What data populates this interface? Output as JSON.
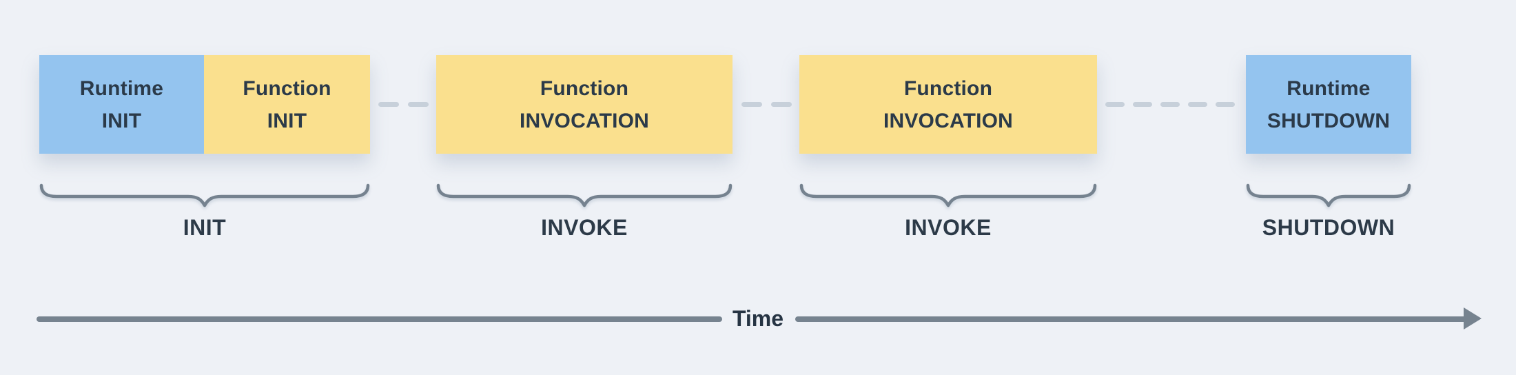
{
  "diagram": {
    "boxes": [
      {
        "name": "runtime-init",
        "line1": "Runtime",
        "line2": "INIT",
        "type": "runtime"
      },
      {
        "name": "function-init",
        "line1": "Function",
        "line2": "INIT",
        "type": "function"
      },
      {
        "name": "function-invocation-1",
        "line1": "Function",
        "line2": "INVOCATION",
        "type": "function"
      },
      {
        "name": "function-invocation-2",
        "line1": "Function",
        "line2": "INVOCATION",
        "type": "function"
      },
      {
        "name": "runtime-shutdown",
        "line1": "Runtime",
        "line2": "SHUTDOWN",
        "type": "runtime"
      }
    ],
    "phase_labels": [
      {
        "label": "INIT"
      },
      {
        "label": "INVOKE"
      },
      {
        "label": "INVOKE"
      },
      {
        "label": "SHUTDOWN"
      }
    ],
    "time_axis": {
      "label": "Time"
    },
    "colors": {
      "background": "#eef1f6",
      "runtime_box": "#94c4ef",
      "function_box": "#fae08e",
      "box_text": "#2b3a49",
      "phase_label_text": "#2c3a48",
      "connector_dash": "#c7d0da",
      "brace": "#75828f",
      "axis": "#76838f"
    }
  }
}
